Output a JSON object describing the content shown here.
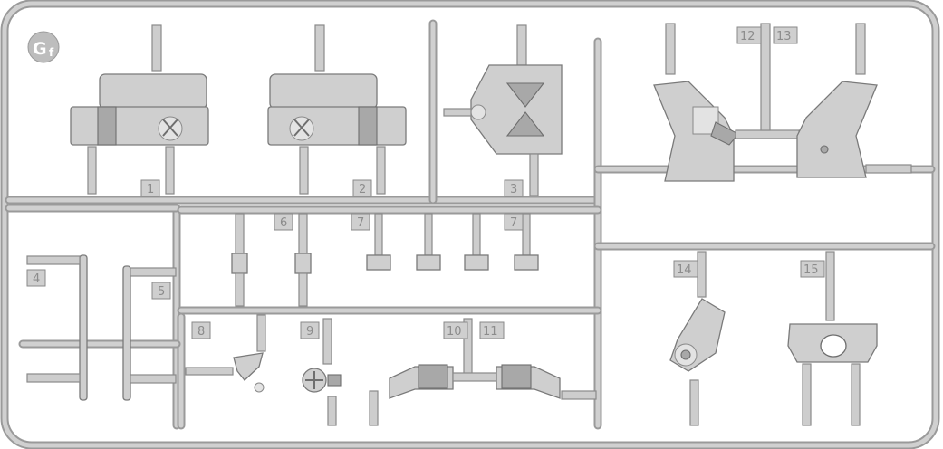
{
  "sprue": {
    "code": "G",
    "code_sub": "f",
    "colors": {
      "plastic": "#cfcfcf",
      "shadow": "#9a9a9a",
      "background": "#ffffff"
    }
  },
  "part_numbers": {
    "p1": "1",
    "p2": "2",
    "p3": "3",
    "p4": "4",
    "p5": "5",
    "p6": "6",
    "p7a": "7",
    "p7b": "7",
    "p8": "8",
    "p9": "9",
    "p10": "10",
    "p11": "11",
    "p12": "12",
    "p13": "13",
    "p14": "14",
    "p15": "15"
  }
}
